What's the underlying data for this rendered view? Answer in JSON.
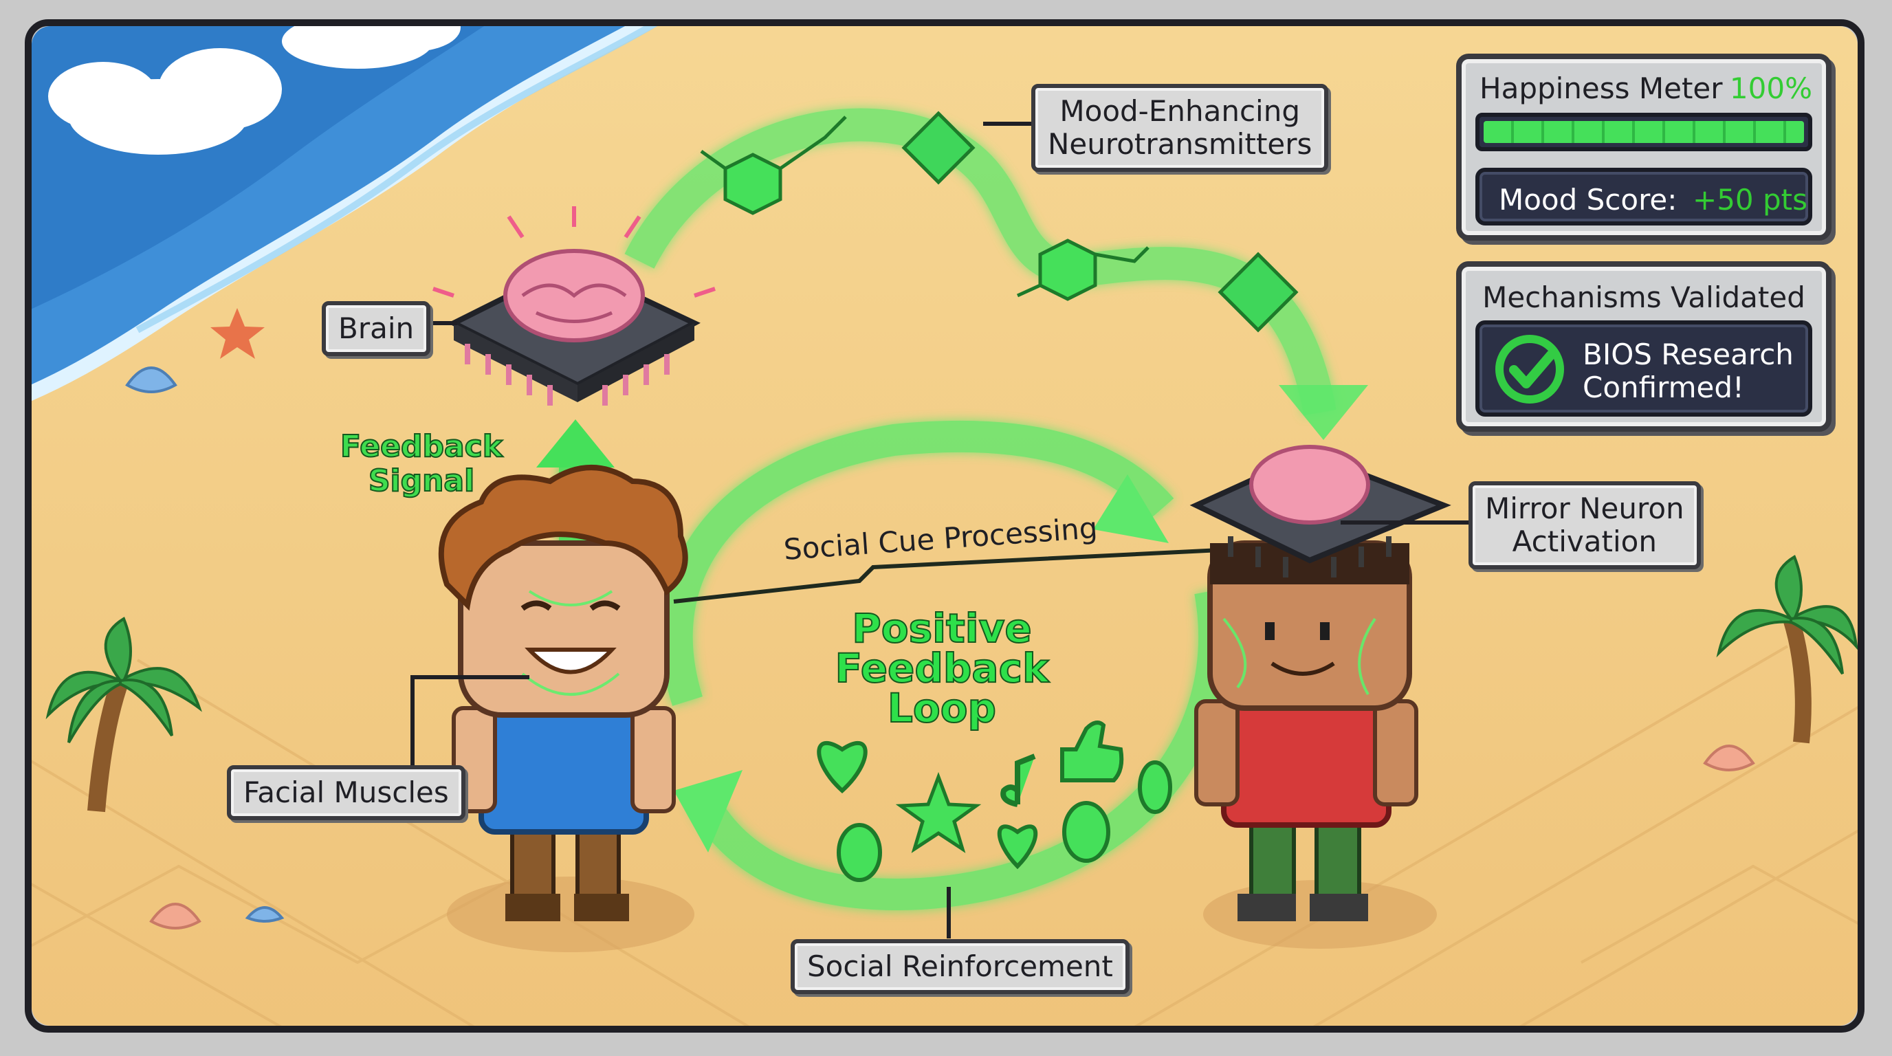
{
  "labels": {
    "brain": "Brain",
    "feedback_signal": [
      "Feedback",
      "Signal"
    ],
    "facial_muscles": "Facial Muscles",
    "social_cue": "Social Cue Processing",
    "positive_loop": [
      "Positive",
      "Feedback",
      "Loop"
    ],
    "neurotransmitters": [
      "Mood-Enhancing",
      "Neurotransmitters"
    ],
    "mirror_neuron": [
      "Mirror Neuron",
      "Activation"
    ],
    "social_reinforcement": "Social Reinforcement"
  },
  "hud": {
    "happiness": {
      "title": "Happiness Meter",
      "value_text": "100%",
      "fill": 1.0
    },
    "mood": {
      "label": "Mood Score:",
      "value": "+50 pts"
    },
    "mechanisms": {
      "title": "Mechanisms Validated",
      "line1": "BIOS Research",
      "line2": "Confirmed!"
    }
  },
  "colors": {
    "sand": "#f4cf8a",
    "ocean": "#3f8fd8",
    "glow_green": "#45e05a",
    "panel_dark": "#2b3045",
    "accent_green": "#33cc33"
  },
  "icons": [
    "brain-chip-icon",
    "checkmark-icon",
    "heart-icon",
    "star-icon",
    "thumbs-up-icon",
    "music-note-icon",
    "coin-icon",
    "molecule-icon",
    "gem-icon",
    "palm-tree-icon",
    "starfish-icon",
    "shell-icon"
  ]
}
